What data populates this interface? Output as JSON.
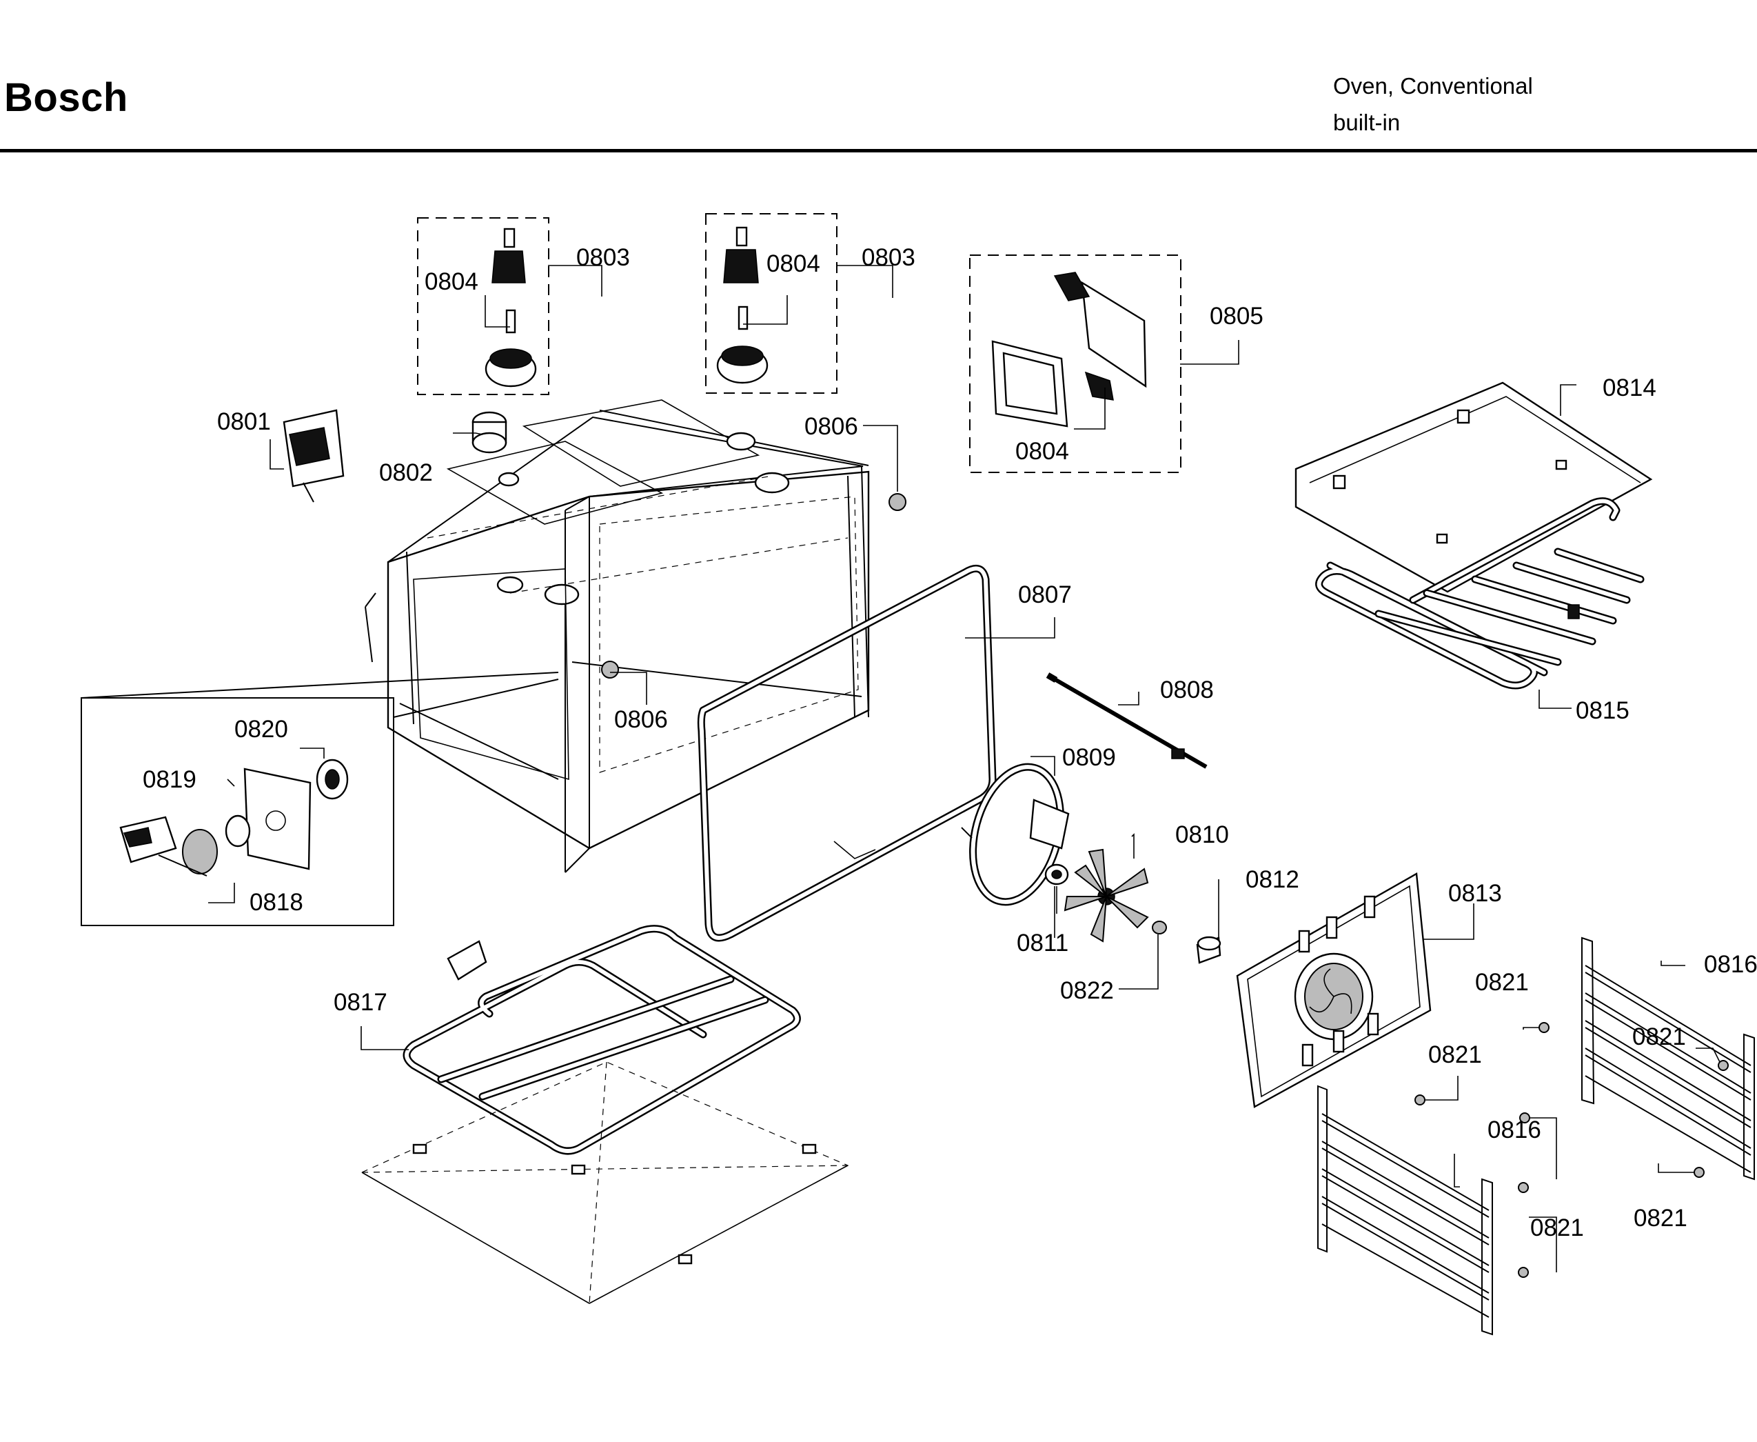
{
  "header": {
    "brand": "Bosch",
    "product_line1": "Oven, Conventional",
    "product_line2": "built-in"
  },
  "callouts": [
    {
      "id": "c0801a",
      "text": "0801"
    },
    {
      "id": "c0802a",
      "text": "0802"
    },
    {
      "id": "c0803a",
      "text": "0803"
    },
    {
      "id": "c0803b",
      "text": "0803"
    },
    {
      "id": "c0804a",
      "text": "0804"
    },
    {
      "id": "c0804b",
      "text": "0804"
    },
    {
      "id": "c0804c",
      "text": "0804"
    },
    {
      "id": "c0805a",
      "text": "0805"
    },
    {
      "id": "c0806a",
      "text": "0806"
    },
    {
      "id": "c0806b",
      "text": "0806"
    },
    {
      "id": "c0807a",
      "text": "0807"
    },
    {
      "id": "c0808a",
      "text": "0808"
    },
    {
      "id": "c0809a",
      "text": "0809"
    },
    {
      "id": "c0810a",
      "text": "0810"
    },
    {
      "id": "c0811a",
      "text": "0811"
    },
    {
      "id": "c0812a",
      "text": "0812"
    },
    {
      "id": "c0813a",
      "text": "0813"
    },
    {
      "id": "c0814a",
      "text": "0814"
    },
    {
      "id": "c0815a",
      "text": "0815"
    },
    {
      "id": "c0816a",
      "text": "0816"
    },
    {
      "id": "c0816b",
      "text": "0816"
    },
    {
      "id": "c0817a",
      "text": "0817"
    },
    {
      "id": "c0818a",
      "text": "0818"
    },
    {
      "id": "c0819a",
      "text": "0819"
    },
    {
      "id": "c0820a",
      "text": "0820"
    },
    {
      "id": "c0821a",
      "text": "0821"
    },
    {
      "id": "c0821b",
      "text": "0821"
    },
    {
      "id": "c0821c",
      "text": "0821"
    },
    {
      "id": "c0821d",
      "text": "0821"
    },
    {
      "id": "c0821e",
      "text": "0821"
    },
    {
      "id": "c0822a",
      "text": "0822"
    }
  ]
}
